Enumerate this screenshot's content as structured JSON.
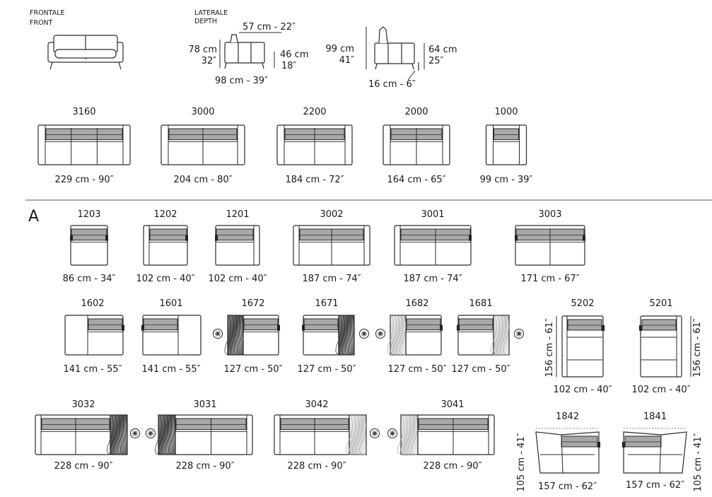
{
  "header": {
    "front_label_it": "FRONTALE",
    "front_label_en": "FRONT",
    "depth_label_it": "LATERALE",
    "depth_label_en": "DEPTH",
    "depth_top": "57 cm - 22″",
    "height_cm": "78 cm",
    "height_in": "32″",
    "seat_cm": "46 cm",
    "seat_in": "18″",
    "depth_bottom": "98 cm - 39″",
    "recl_height_cm": "99 cm",
    "recl_height_in": "41″",
    "recl_seat_cm": "64 cm",
    "recl_seat_in": "25″",
    "recl_gap": "16 cm - 6″"
  },
  "section_label": "A",
  "sofas": [
    {
      "code": "3160",
      "size": "229 cm - 90″"
    },
    {
      "code": "3000",
      "size": "204 cm - 80″"
    },
    {
      "code": "2200",
      "size": "184 cm - 72″"
    },
    {
      "code": "2000",
      "size": "164 cm - 65″"
    },
    {
      "code": "1000",
      "size": "99 cm - 39″"
    }
  ],
  "row1": [
    {
      "code": "1203",
      "size": "86 cm - 34″"
    },
    {
      "code": "1202",
      "size": "102 cm - 40″"
    },
    {
      "code": "1201",
      "size": "102 cm - 40″"
    },
    {
      "code": "3002",
      "size": "187 cm - 74″"
    },
    {
      "code": "3001",
      "size": "187 cm - 74″"
    },
    {
      "code": "3003",
      "size": "171 cm - 67″"
    }
  ],
  "row2": [
    {
      "code": "1602",
      "size": "141 cm - 55″"
    },
    {
      "code": "1601",
      "size": "141 cm - 55″"
    },
    {
      "code": "1672",
      "size": "127 cm - 50″"
    },
    {
      "code": "1671",
      "size": "127 cm - 50″"
    },
    {
      "code": "1682",
      "size": "127 cm - 50″"
    },
    {
      "code": "1681",
      "size": "127 cm - 50″"
    },
    {
      "code": "5202",
      "size": "102 cm - 40″",
      "depth": "156 cm - 61″"
    },
    {
      "code": "5201",
      "size": "102 cm - 40″",
      "depth": "156 cm - 61″"
    }
  ],
  "row3": [
    {
      "code": "3032",
      "size": "228 cm - 90″"
    },
    {
      "code": "3031",
      "size": "228 cm - 90″"
    },
    {
      "code": "3042",
      "size": "228 cm - 90″"
    },
    {
      "code": "3041",
      "size": "228 cm - 90″"
    },
    {
      "code": "1842",
      "size": "157 cm - 62″",
      "depth": "105 cm - 41″"
    },
    {
      "code": "1841",
      "size": "157 cm - 62″",
      "depth": "105 cm - 41″"
    }
  ],
  "colors": {
    "line": "#2a2a2a",
    "cushion": "#a8a8a8",
    "marble_dark": "#6e6e6e",
    "marble_light": "#e6e6e6"
  },
  "icons": [
    "recliner-motion-symbol-icon",
    "table-unit-icon"
  ]
}
